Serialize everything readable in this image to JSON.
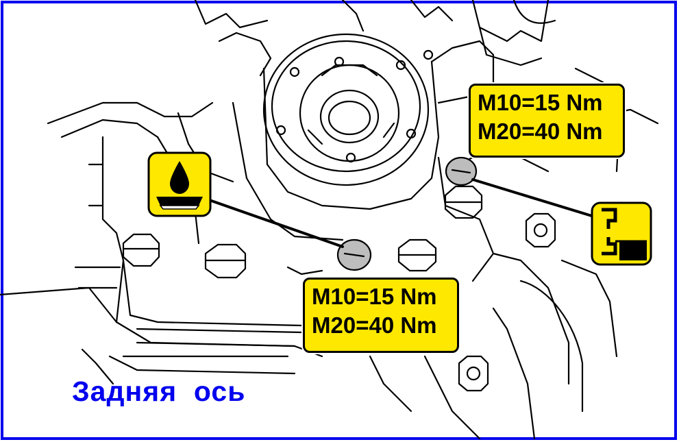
{
  "diagram": {
    "labels": [
      {
        "line1": "M10=15 Nm",
        "line2": "M20=40 Nm"
      },
      {
        "line1": "M10=15 Nm",
        "line2": "M20=40 Nm"
      }
    ],
    "caption": "Задняя  ось",
    "colors": {
      "frame": "#0000ee",
      "caption": "#0000ee",
      "label_fill": "#ffe800",
      "icon_fill": "#ffe800",
      "line_art": "#000000"
    },
    "icons": [
      "oil-drop-sealant-icon",
      "plug-cross-section-icon"
    ]
  }
}
